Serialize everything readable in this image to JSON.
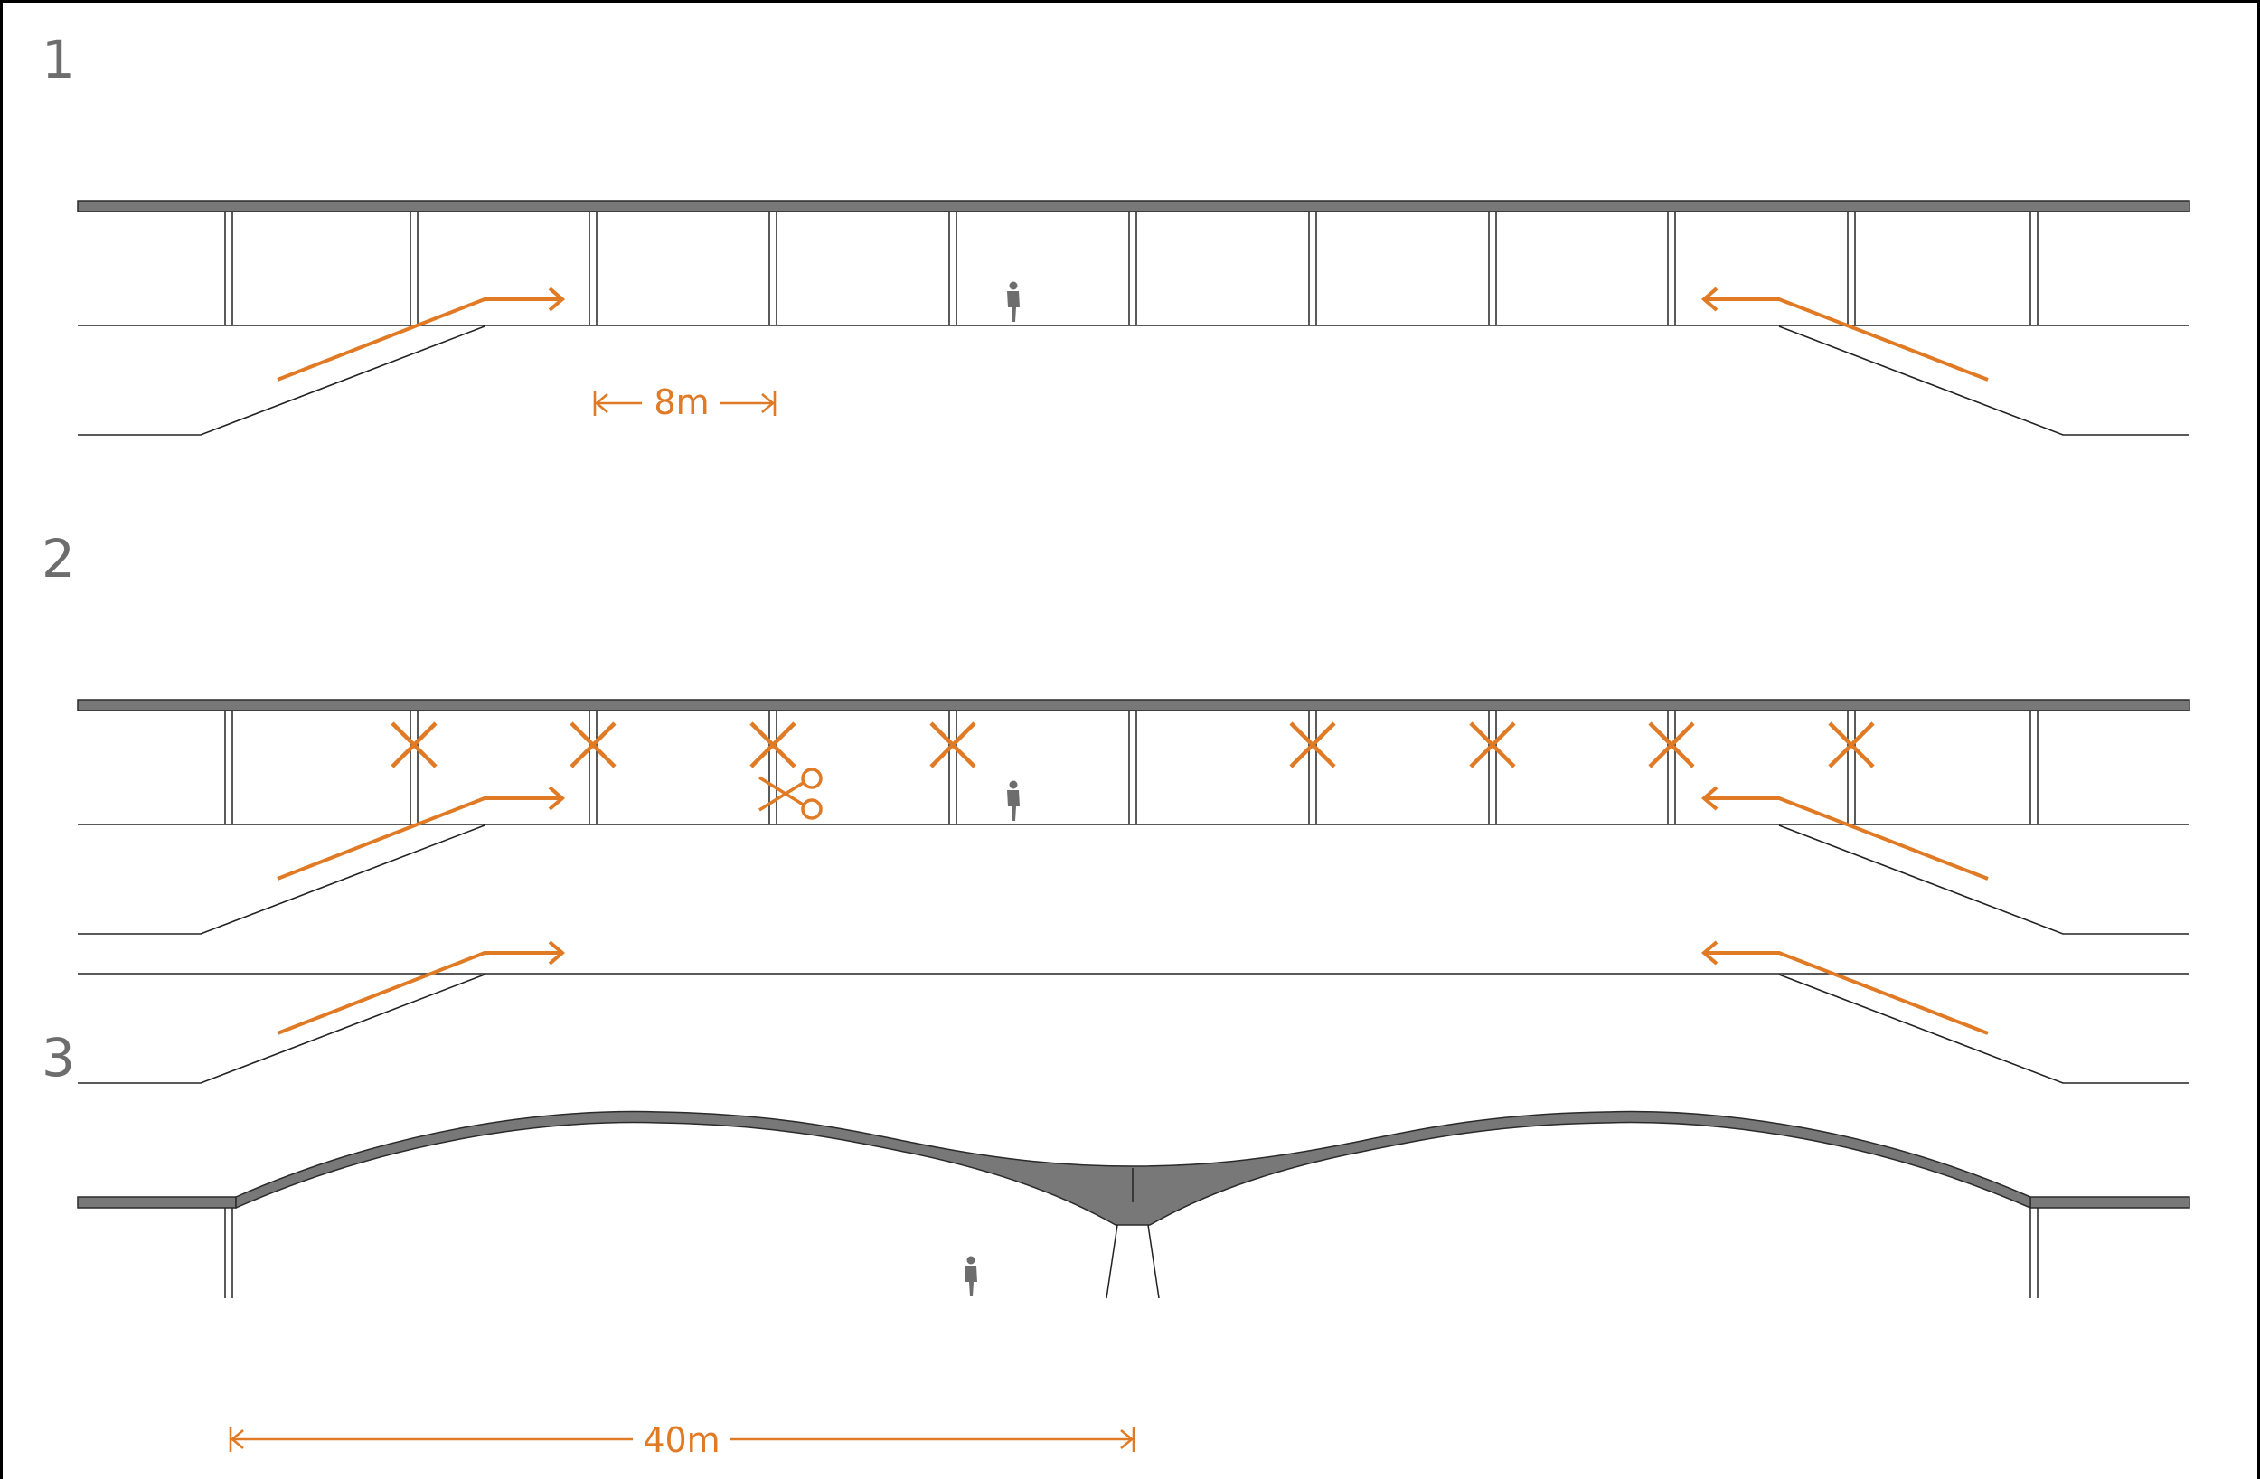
{
  "panels": [
    {
      "number": "1",
      "dimension_label": "8m"
    },
    {
      "number": "2"
    },
    {
      "number": "3",
      "dimension_label": "40m"
    }
  ],
  "colors": {
    "accent": "#E07A25",
    "structure": "#787878",
    "line": "#222222",
    "label": "#6d6d6d"
  },
  "icons": [
    "arrow-right-icon",
    "arrow-left-icon",
    "x-mark-icon",
    "scissors-icon",
    "person-icon"
  ]
}
